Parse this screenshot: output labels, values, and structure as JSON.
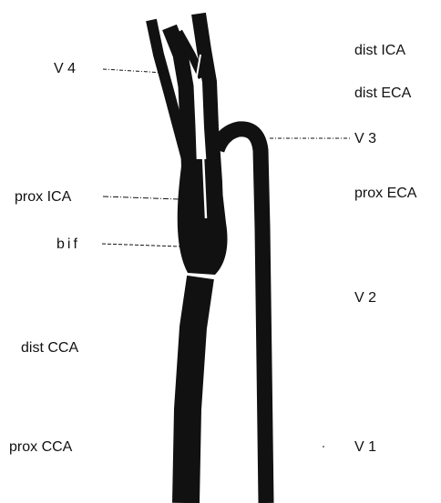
{
  "diagram": {
    "colors": {
      "vessel": "#111111",
      "background": "#ffffff",
      "text": "#111111"
    },
    "labels": {
      "v4": "V 4",
      "dist_ica": "dist ICA",
      "dist_eca": "dist ECA",
      "v3": "V 3",
      "prox_ica": "prox ICA",
      "prox_eca": "prox ECA",
      "bif": "bif",
      "v2": "V 2",
      "dist_cca": "dist CCA",
      "prox_cca": "prox CCA",
      "v1": "V 1"
    }
  }
}
